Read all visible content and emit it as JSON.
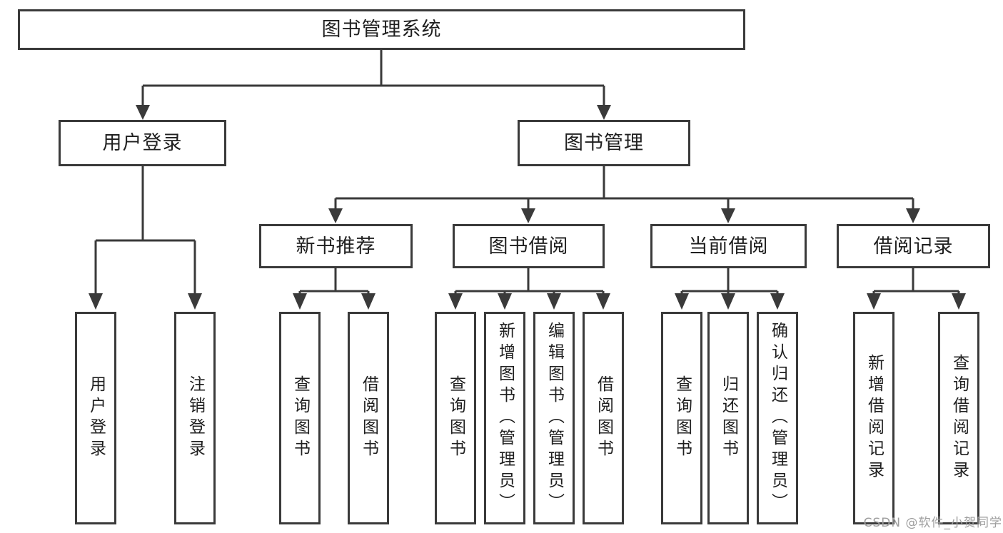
{
  "diagram": {
    "tree": {
      "root": {
        "label": "图书管理系统",
        "children": [
          {
            "label": "用户登录",
            "children": [
              {
                "label": "用户登录"
              },
              {
                "label": "注销登录"
              }
            ]
          },
          {
            "label": "图书管理",
            "children": [
              {
                "label": "新书推荐",
                "children": [
                  {
                    "label": "查询图书"
                  },
                  {
                    "label": "借阅图书"
                  }
                ]
              },
              {
                "label": "图书借阅",
                "children": [
                  {
                    "label": "查询图书"
                  },
                  {
                    "label": "新增图书（管理员）"
                  },
                  {
                    "label": "编辑图书（管理员）"
                  },
                  {
                    "label": "借阅图书"
                  }
                ]
              },
              {
                "label": "当前借阅",
                "children": [
                  {
                    "label": "查询图书"
                  },
                  {
                    "label": "归还图书"
                  },
                  {
                    "label": "确认归还（管理员）"
                  }
                ]
              },
              {
                "label": "借阅记录",
                "children": [
                  {
                    "label": "新增借阅记录"
                  },
                  {
                    "label": "查询借阅记录"
                  }
                ]
              }
            ]
          }
        ]
      }
    },
    "watermark": "CSDN @软件_小贺同学",
    "colors": {
      "line": "#3a3a3a",
      "text": "#1f1f1f",
      "background": "#ffffff",
      "watermark": "#9e9e9e"
    }
  }
}
